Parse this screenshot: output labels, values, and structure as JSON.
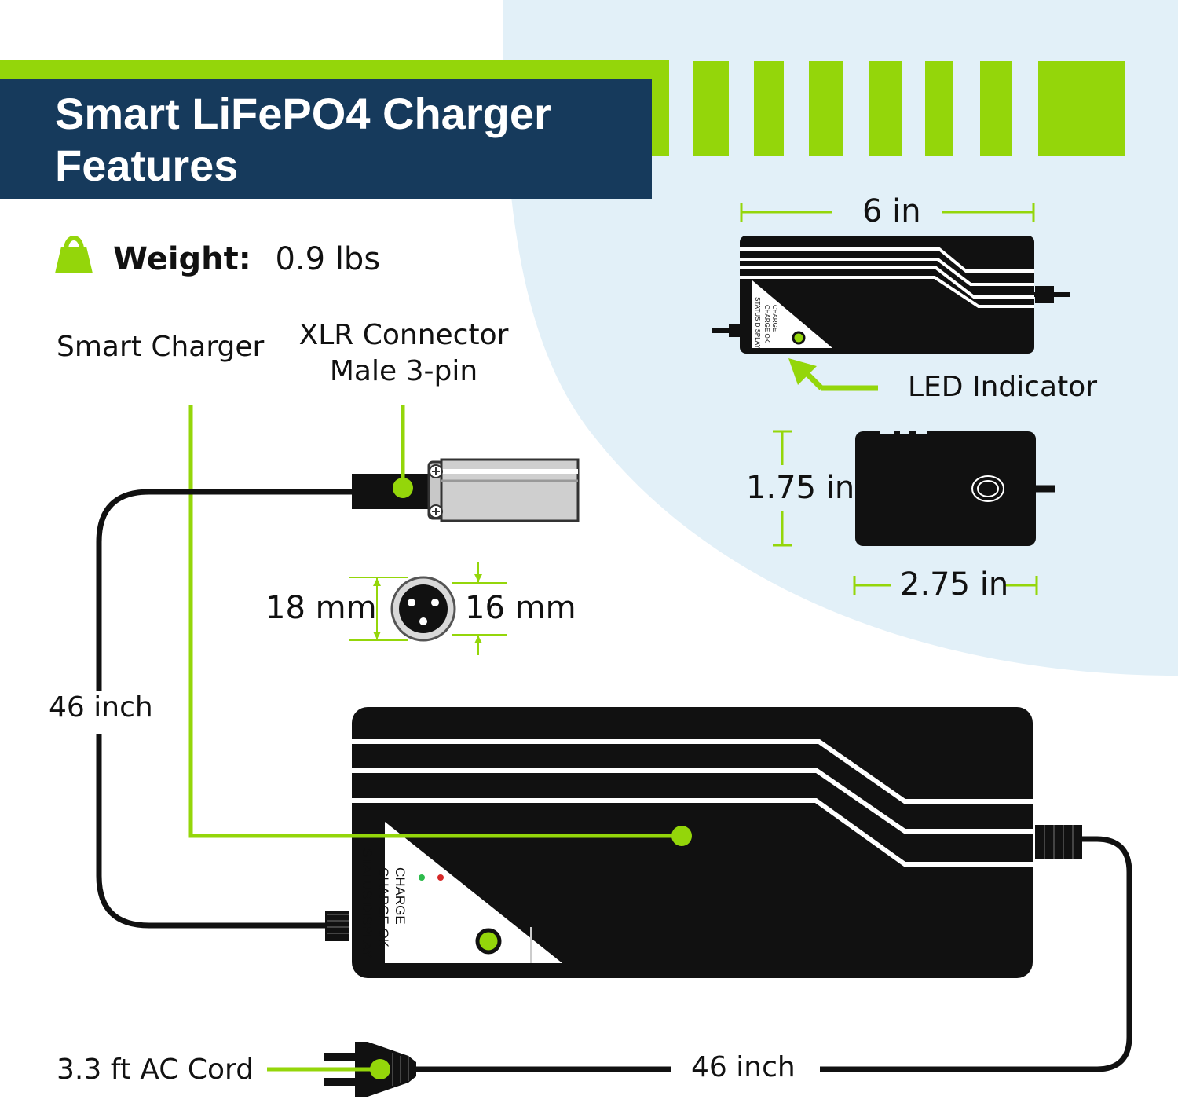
{
  "header": {
    "title_line1": "Smart LiFePO4 Charger",
    "title_line2": "Features",
    "colors": {
      "navy": "#163a5c",
      "green": "#94d60a",
      "light_blue": "#e2f0f8"
    }
  },
  "weight": {
    "icon": "shopping-bag-icon",
    "label": "Weight:",
    "value": "0.9 lbs"
  },
  "callouts": {
    "smart_charger": "Smart Charger",
    "xlr_line1": "XLR Connector",
    "xlr_line2": "Male 3-pin",
    "led_indicator": "LED Indicator",
    "ac_cord": "3.3 ft AC Cord"
  },
  "dimensions": {
    "length": "6 in",
    "height": "1.75 in",
    "width": "2.75 in",
    "xlr_outer": "18 mm",
    "xlr_inner": "16 mm",
    "dc_cable": "46 inch",
    "ac_cable": "46 inch"
  },
  "charger_panel": {
    "charge": "CHARGE",
    "charge_ok": "CHARGE OK",
    "status_display": "STATUS DISPLAY"
  },
  "icons": [
    "shopping-bag-icon",
    "arrow-icon",
    "xlr-plug-icon",
    "xlr-socket-icon",
    "ac-plug-icon",
    "led-icon"
  ]
}
